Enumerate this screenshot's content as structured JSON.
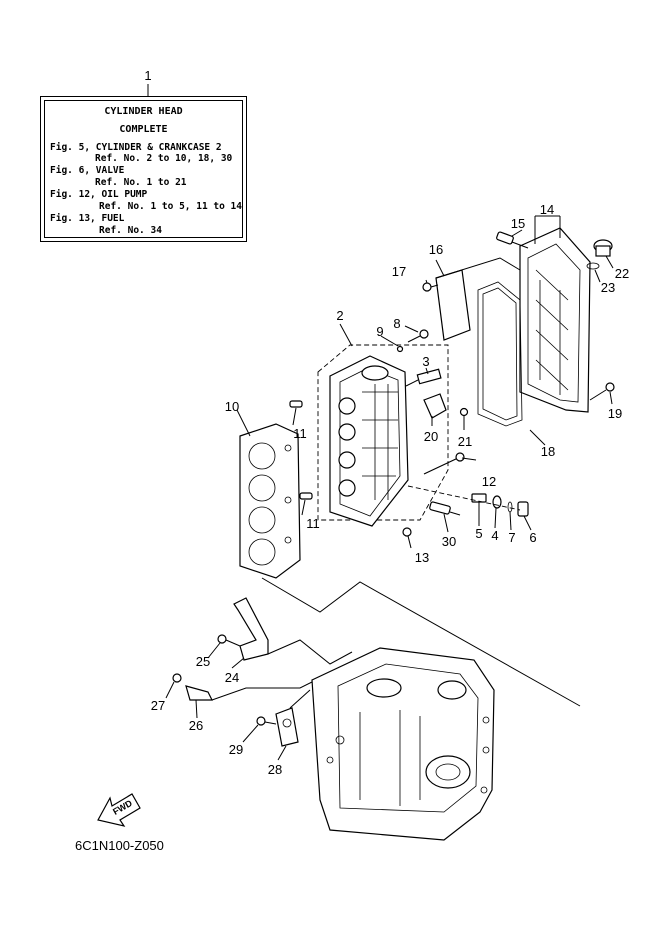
{
  "reference_box": {
    "title_line1": "CYLINDER HEAD",
    "title_line2": "COMPLETE",
    "lines": [
      "Fig. 5, CYLINDER & CRANKCASE 2",
      "Ref. No. 2 to 10, 18, 30",
      "Fig. 6, VALVE",
      "Ref. No. 1 to 21",
      "Fig. 12, OIL PUMP",
      "Ref. No. 1 to 5, 11 to 14",
      "Fig. 13, FUEL",
      "Ref. No. 34"
    ]
  },
  "callouts": {
    "c1": "1",
    "c2": "2",
    "c3": "3",
    "c4": "4",
    "c5": "5",
    "c6": "6",
    "c7": "7",
    "c8": "8",
    "c9": "9",
    "c10": "10",
    "c11a": "11",
    "c11b": "11",
    "c12": "12",
    "c13": "13",
    "c14": "14",
    "c15": "15",
    "c16": "16",
    "c17": "17",
    "c18": "18",
    "c19": "19",
    "c20": "20",
    "c21": "21",
    "c22": "22",
    "c23": "23",
    "c24": "24",
    "c25": "25",
    "c26": "26",
    "c27": "27",
    "c28": "28",
    "c29": "29",
    "c30": "30"
  },
  "direction_badge": "FWD",
  "drawing_code": "6C1N100-Z050"
}
